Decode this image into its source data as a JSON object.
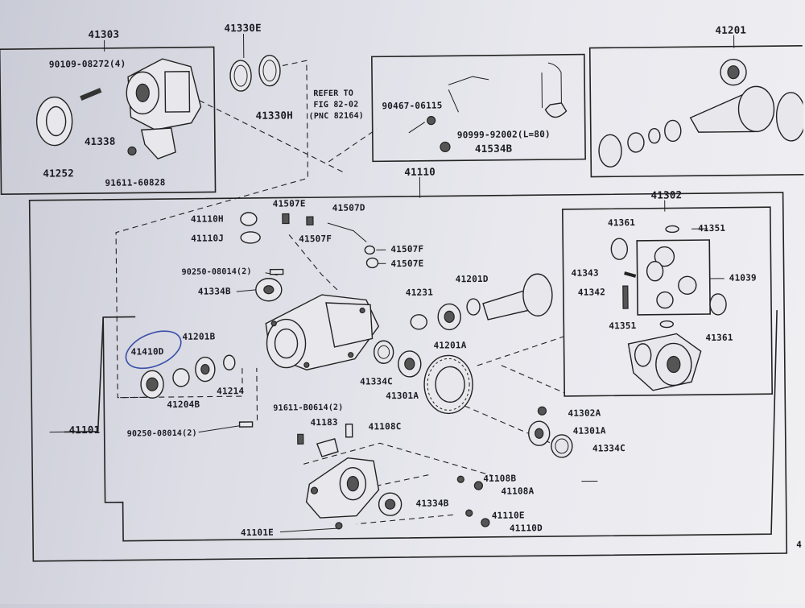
{
  "labels": {
    "p41303": "41303",
    "p41330e": "41330E",
    "p41201": "41201",
    "p90109": "90109-08272(4)",
    "p41252": "41252",
    "p41338": "41338",
    "p91611_60828": "91611-60828",
    "p41330h": "41330H",
    "refer_l1": "REFER TO",
    "refer_l2": "FIG 82-02",
    "refer_l3": "(PNC 82164)",
    "p90467": "90467-06115",
    "p90999": "90999-92002(L=80)",
    "p41534b": "41534B",
    "p41110": "41110",
    "p41302": "41302",
    "p41110h": "41110H",
    "p41507e_top": "41507E",
    "p41507d": "41507D",
    "p41110j": "41110J",
    "p41507f_a": "41507F",
    "p41507f_b": "41507F",
    "p41507e_b": "41507E",
    "p41361_a": "41361",
    "p41351_a": "41351",
    "p90250_a": "90250-08014(2)",
    "p41343": "41343",
    "p41039": "41039",
    "p41334b_a": "41334B",
    "p41342": "41342",
    "p41231": "41231",
    "p41201d": "41201D",
    "p41201b": "41201B",
    "p41410d": "41410D",
    "p41351_b": "41351",
    "p41361_b": "41361",
    "p41201a": "41201A",
    "p41334c_a": "41334C",
    "p41301a_a": "41301A",
    "p41204b": "41204B",
    "p41214": "41214",
    "p91611_b0614": "91611-B0614(2)",
    "p41101": "41101",
    "p90250_b": "90250-08014(2)",
    "p41183": "41183",
    "p41108c": "41108C",
    "p41302a": "41302A",
    "p41301a_b": "41301A",
    "p41334c_b": "41334C",
    "p41108b": "41108B",
    "p41108a": "41108A",
    "p41334b_b": "41334B",
    "p41110e": "41110E",
    "p41110d": "41110D",
    "p41101e": "41101E",
    "page_ref": "4"
  }
}
